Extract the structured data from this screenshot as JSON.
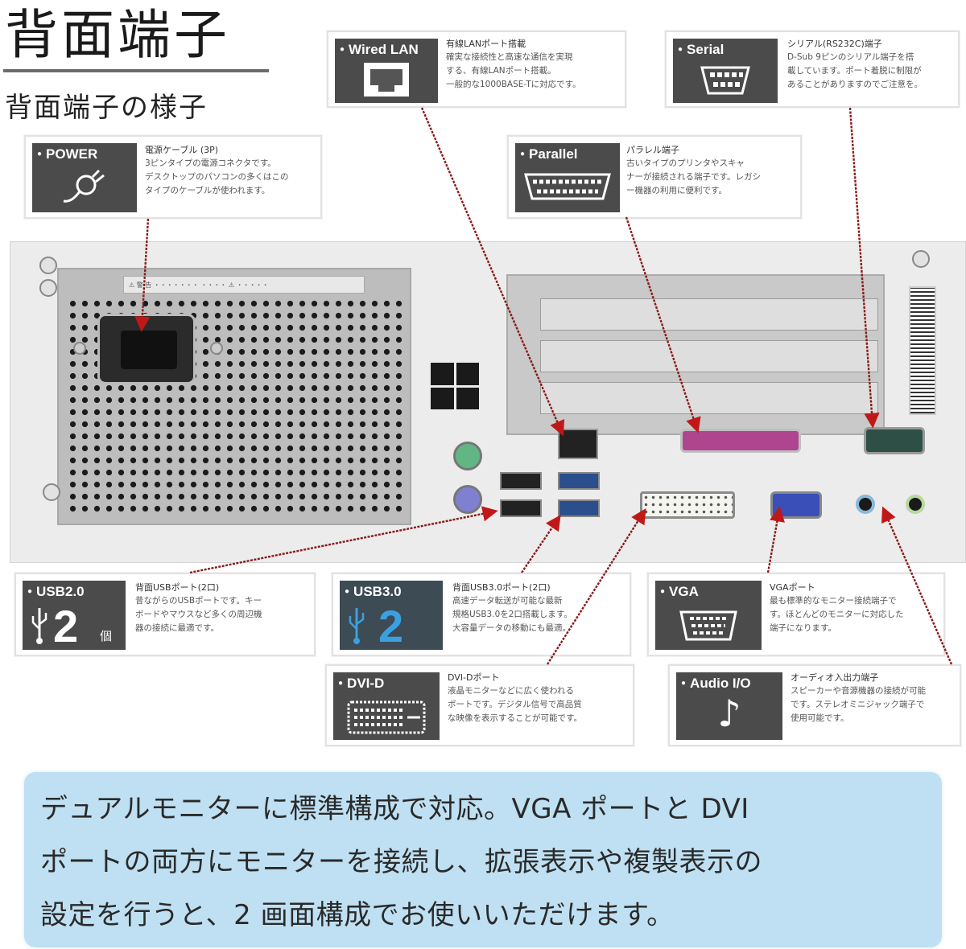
{
  "header": {
    "title": "背面端子",
    "subtitle": "背面端子の様子"
  },
  "callouts": {
    "power": {
      "label": "POWER",
      "icon": "power-plug-icon",
      "title": "電源ケーブル (3P)",
      "lines": [
        "3ピンタイプの電源コネクタです。",
        "デスクトップのパソコンの多くはこの",
        "タイプのケーブルが使われます。"
      ]
    },
    "wired_lan": {
      "label": "Wired LAN",
      "icon": "ethernet-port-icon",
      "title": "有線LANポート搭載",
      "lines": [
        "確実な接続性と高速な通信を実現",
        "する、有線LANポート搭載。",
        "一般的な1000BASE-Tに対応です。"
      ]
    },
    "serial": {
      "label": "Serial",
      "icon": "serial-port-icon",
      "title": "シリアル(RS232C)端子",
      "lines": [
        "D-Sub 9ピンのシリアル端子を搭",
        "載しています。ポート着脱に制限が",
        "あることがありますのでご注意を。"
      ]
    },
    "parallel": {
      "label": "Parallel",
      "icon": "parallel-port-icon",
      "title": "パラレル端子",
      "lines": [
        "古いタイプのプリンタやスキャ",
        "ナーが接続される端子です。レガシ",
        "ー機器の利用に便利です。"
      ]
    },
    "usb2": {
      "label": "USB2.0",
      "icon": "usb-icon",
      "count": "2",
      "unit": "個",
      "title": "背面USBポート(2口)",
      "lines": [
        "昔ながらのUSBポートです。キー",
        "ボードやマウスなど多くの周辺機",
        "器の接続に最適です。"
      ]
    },
    "usb3": {
      "label": "USB3.0",
      "icon": "usb3-icon",
      "count": "2",
      "title": "背面USB3.0ポート(2口)",
      "lines": [
        "高速データ転送が可能な最新",
        "規格USB3.0を2口搭載します。",
        "大容量データの移動にも最適。"
      ]
    },
    "vga": {
      "label": "VGA",
      "icon": "vga-port-icon",
      "title": "VGAポート",
      "lines": [
        "最も標準的なモニター接続端子で",
        "す。ほとんどのモニターに対応した",
        "端子になります。"
      ]
    },
    "dvi": {
      "label": "DVI-D",
      "icon": "dvi-port-icon",
      "title": "DVI-Dポート",
      "lines": [
        "液晶モニターなどに広く使われる",
        "ポートです。デジタル信号で高品質",
        "な映像を表示することが可能です。"
      ]
    },
    "audio": {
      "label": "Audio I/O",
      "icon": "music-note-icon",
      "title": "オーディオ入出力端子",
      "lines": [
        "スピーカーや音源機器の接続が可能",
        "です。ステレオミニジャック端子で",
        "使用可能です。"
      ]
    }
  },
  "banner": {
    "lines": [
      "デュアルモニターに標準構成で対応。VGA ポートと DVI",
      "ポートの両方にモニターを接続し、拡張表示や複製表示の",
      "設定を行うと、2 画面構成でお使いいただけます。"
    ]
  },
  "colors": {
    "arrow": "#b01c1c",
    "icon_box": "#4b4b4b",
    "banner_bg": "#bfe0f2",
    "usb3_text": "#3aa0e0"
  }
}
